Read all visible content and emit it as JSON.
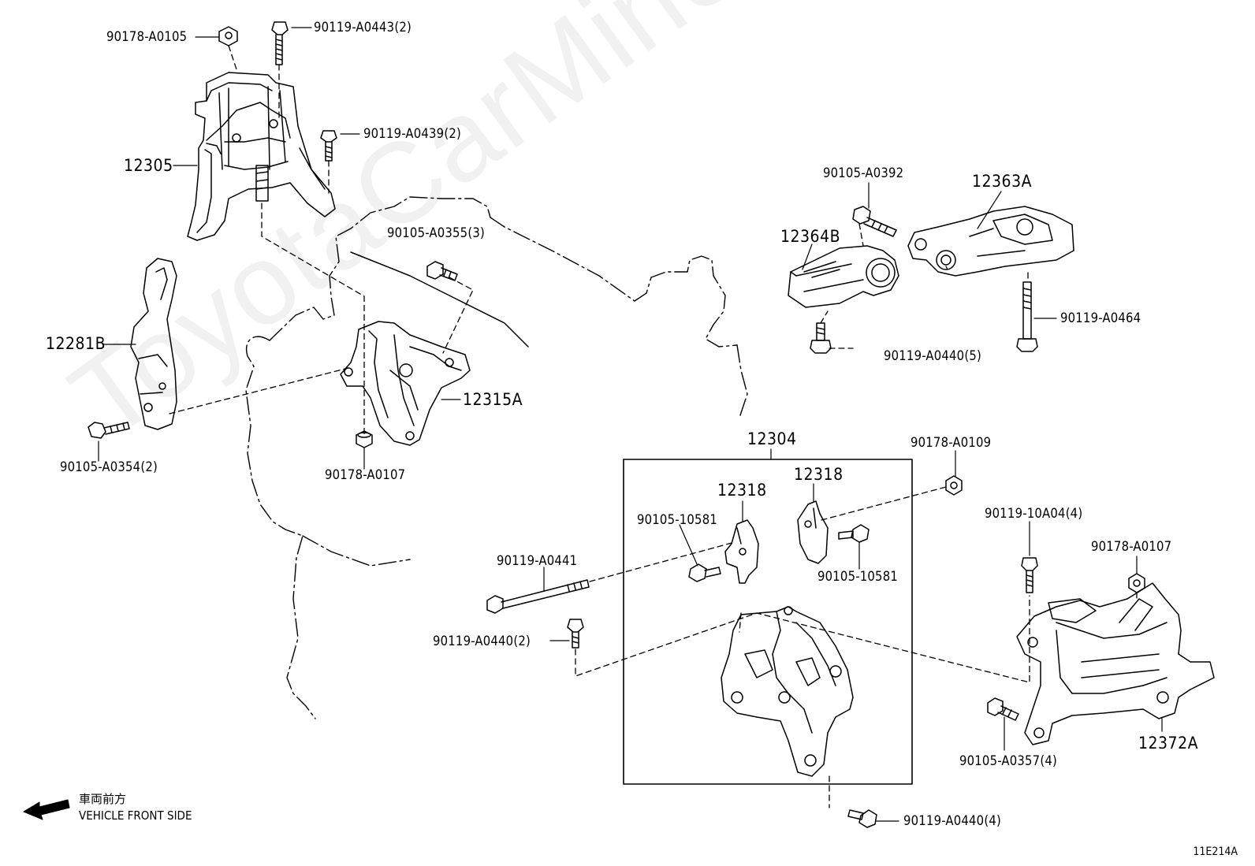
{
  "watermark": "ToyotaCarMine.ru",
  "drawing_code": "11E214A",
  "front_indicator": {
    "jp": "車両前方",
    "en": "VEHICLE FRONT SIDE"
  },
  "labels": {
    "l_90178_A0105": "90178-A0105",
    "l_90119_A0443": "90119-A0443(2)",
    "l_90119_A0439": "90119-A0439(2)",
    "l_12305": "12305",
    "l_12281B": "12281B",
    "l_90105_A0355": "90105-A0355(3)",
    "l_12315A": "12315A",
    "l_90105_A0354": "90105-A0354(2)",
    "l_90178_A0107_a": "90178-A0107",
    "l_90105_A0392": "90105-A0392",
    "l_12363A": "12363A",
    "l_12364B": "12364B",
    "l_90119_A0464": "90119-A0464",
    "l_90119_A0440_5": "90119-A0440(5)",
    "l_12304": "12304",
    "l_90178_A0109": "90178-A0109",
    "l_12318_a": "12318",
    "l_12318_b": "12318",
    "l_90105_10581_a": "90105-10581",
    "l_90105_10581_b": "90105-10581",
    "l_90119_A0441": "90119-A0441",
    "l_90119_A0440_2": "90119-A0440(2)",
    "l_90119_10A04": "90119-10A04(4)",
    "l_90178_A0107_b": "90178-A0107",
    "l_12372A": "12372A",
    "l_90105_A0357": "90105-A0357(4)",
    "l_90119_A0440_4": "90119-A0440(4)"
  }
}
